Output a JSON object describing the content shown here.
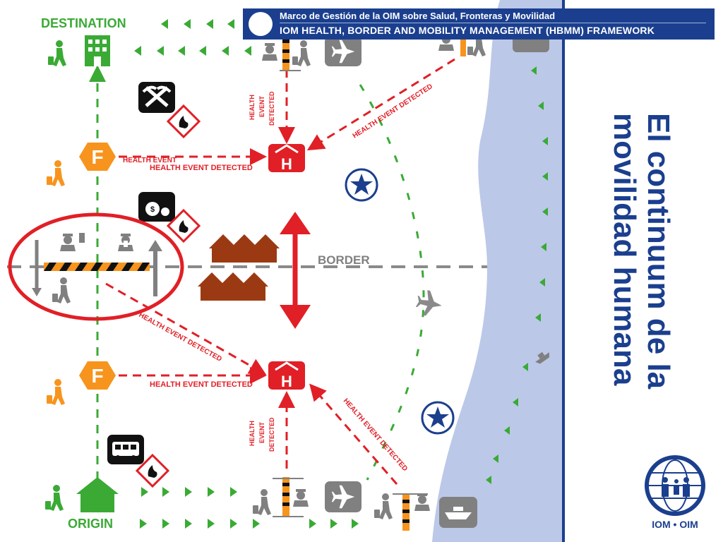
{
  "banner": {
    "line1": "Marco de Gestión de la OIM sobre Salud, Fronteras y Movilidad",
    "line2": "IOM HEALTH, BORDER AND MOBILITY MANAGEMENT (HBMM) FRAMEWORK"
  },
  "side_title": {
    "line1": "El continuum de la",
    "line2": "movilidad humana"
  },
  "labels": {
    "destination": "DESTINATION",
    "origin": "ORIGIN",
    "border": "BORDER",
    "health_event_detected": "HEALTH EVENT DETECTED",
    "health_event_partial": "HEALTH EVENT",
    "vertical_health": "HEALTH",
    "vertical_event": "EVENT",
    "vertical_detected": "DETECTED",
    "facility_letter": "F",
    "hospital_letter": "H"
  },
  "iom_logo": {
    "caption": "IOM • OIM"
  },
  "colors": {
    "green": "#3aaa35",
    "red": "#e11f26",
    "orange": "#f7941d",
    "navy": "#1b3f8e",
    "brown": "#9b3a12",
    "gray": "#7f7f7f",
    "sea": "#bcc8e8"
  },
  "icons": [
    "walking-traveler-icon",
    "building-icon",
    "house-icon",
    "mining-tools-icon",
    "money-bag-icon",
    "bus-icon",
    "hazard-flame-icon",
    "airplane-icon",
    "ship-icon",
    "officer-icon",
    "hospital-icon",
    "star-emblem-icon"
  ]
}
